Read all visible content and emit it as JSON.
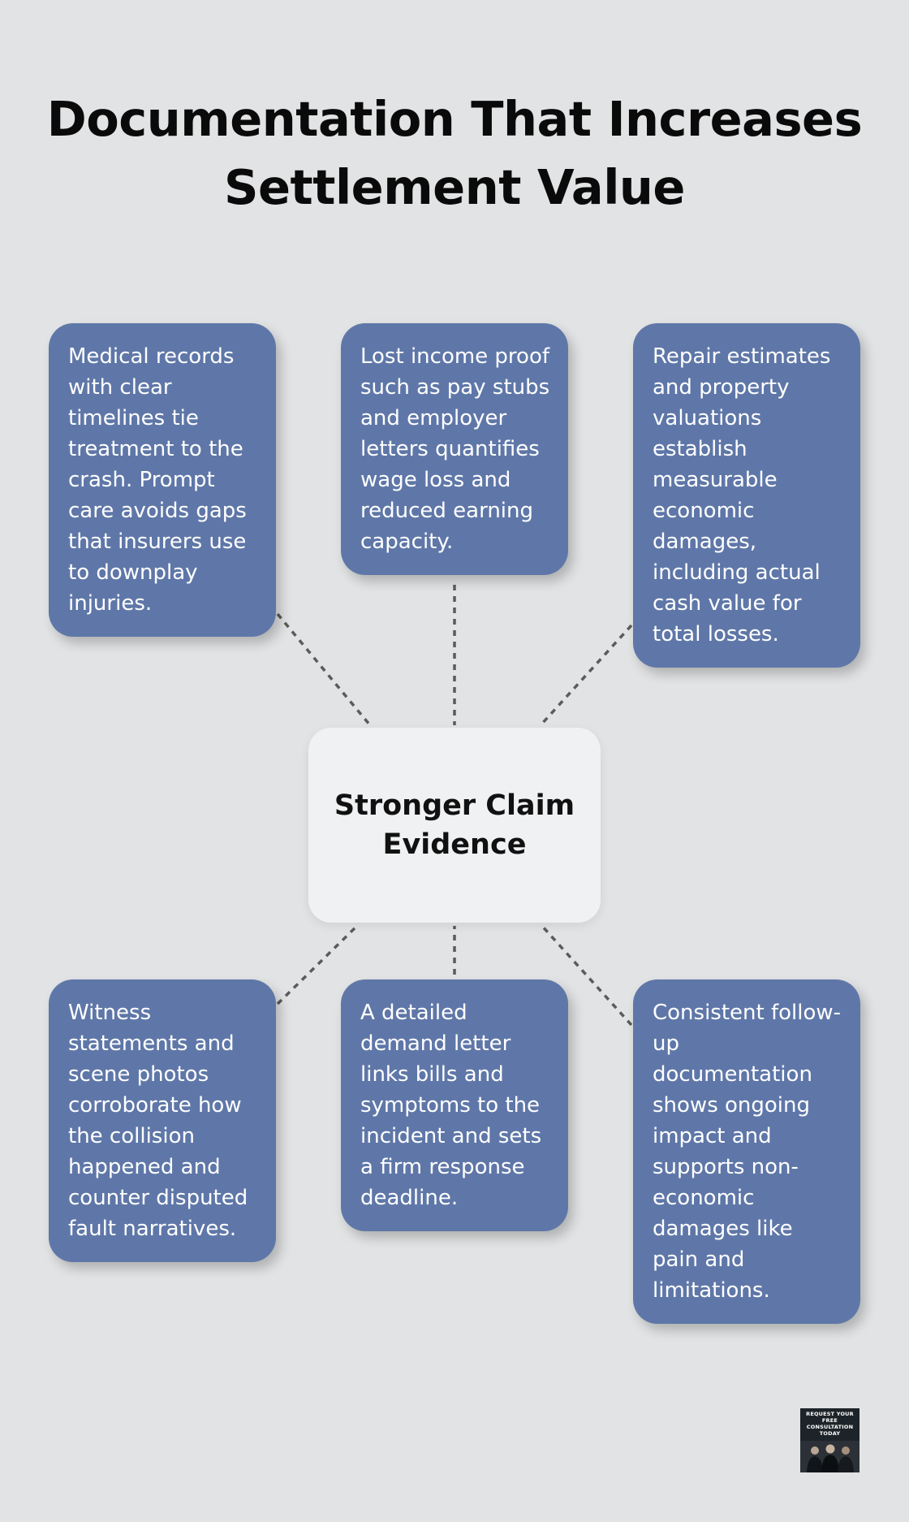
{
  "title": "Documentation That Increases Settlement Value",
  "center": {
    "label": "Stronger Claim Evidence"
  },
  "cards": [
    {
      "id": "medical-records",
      "text": "Medical records with clear timelines tie treatment to the crash. Prompt care avoids gaps that insurers use to downplay injuries."
    },
    {
      "id": "lost-income",
      "text": "Lost income proof such as pay stubs and employer letters quantifies wage loss and reduced earning capacity."
    },
    {
      "id": "repair-estimates",
      "text": "Repair estimates and property valuations establish measurable economic damages, including actual cash value for total losses."
    },
    {
      "id": "witness-statements",
      "text": "Witness statements and scene photos corroborate how the collision happened and counter disputed fault narratives."
    },
    {
      "id": "demand-letter",
      "text": "A detailed demand letter links bills and symptoms to the incident and sets a firm response deadline."
    },
    {
      "id": "follow-up-documentation",
      "text": "Consistent follow-up documentation shows ongoing impact and supports non-economic damages like pain and limitations."
    }
  ],
  "badge": {
    "text": "REQUEST YOUR FREE CONSULTATION TODAY"
  },
  "colors": {
    "background": "#e1e3e4",
    "card": "#5f77a8",
    "hub": "#f0f1f3",
    "connector": "#5b5b5b",
    "title": "#0a0a0a"
  }
}
